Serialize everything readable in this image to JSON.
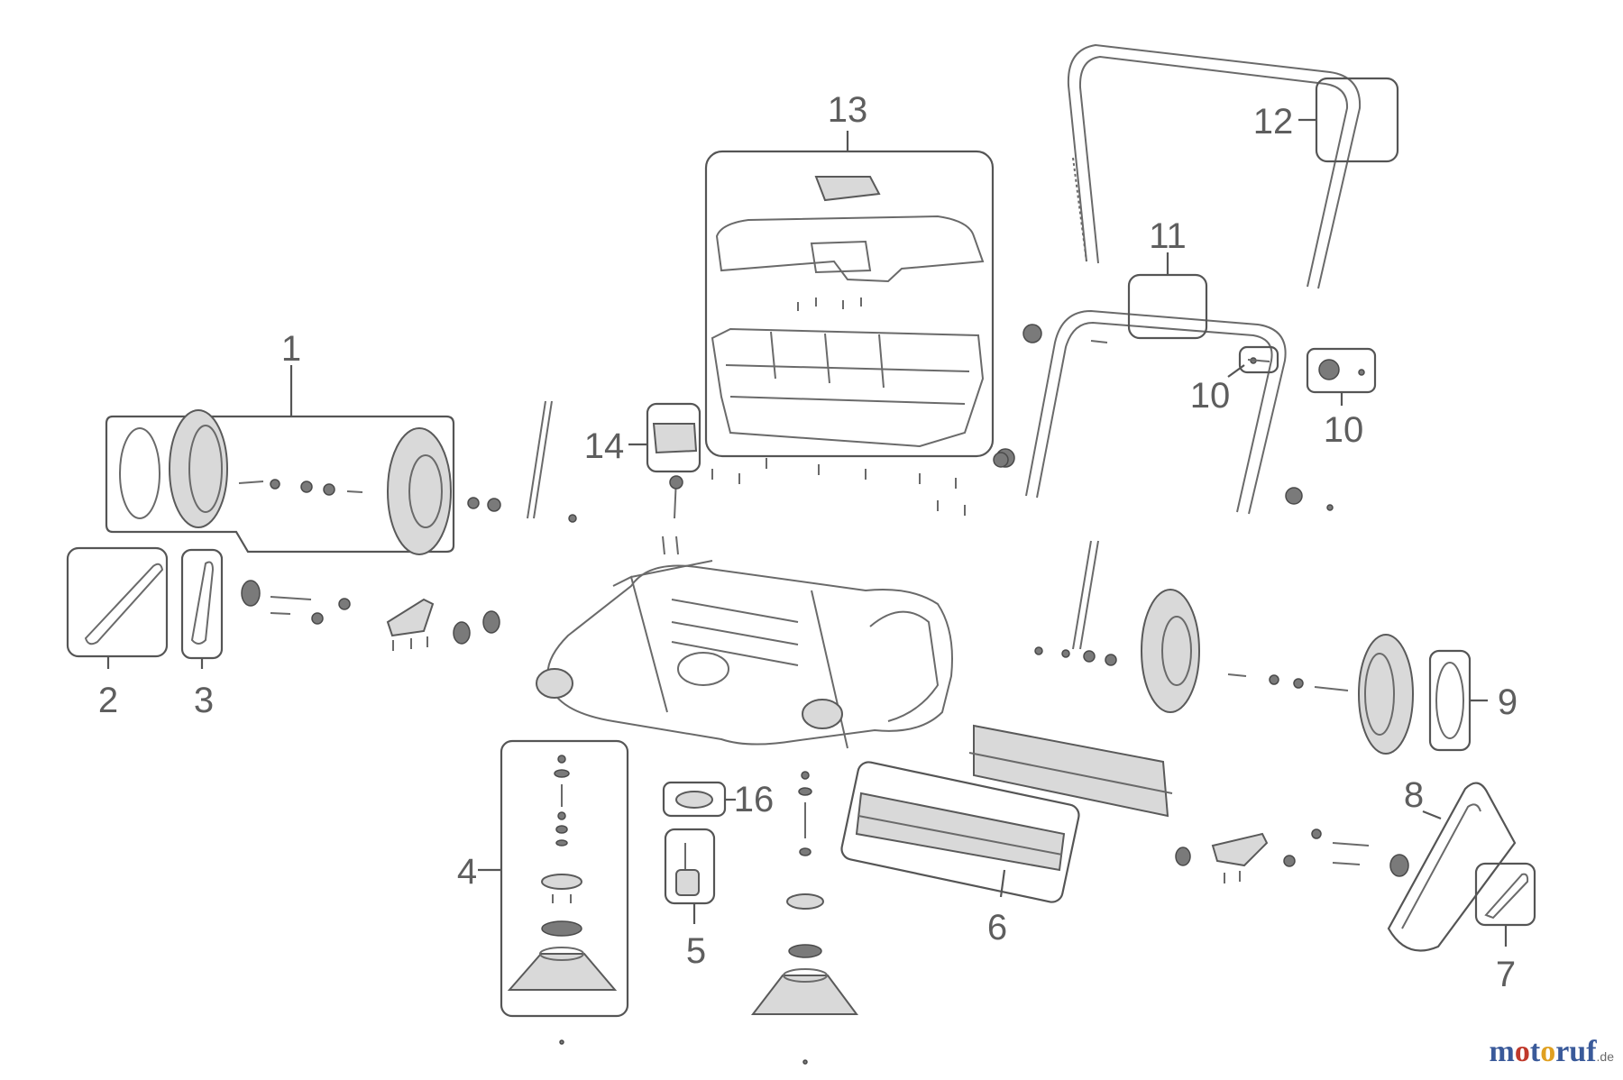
{
  "callouts": [
    {
      "id": "1",
      "text": "1"
    },
    {
      "id": "2",
      "text": "2"
    },
    {
      "id": "3",
      "text": "3"
    },
    {
      "id": "4",
      "text": "4"
    },
    {
      "id": "5",
      "text": "5"
    },
    {
      "id": "6",
      "text": "6"
    },
    {
      "id": "7",
      "text": "7"
    },
    {
      "id": "8",
      "text": "8"
    },
    {
      "id": "9",
      "text": "9"
    },
    {
      "id": "10a",
      "text": "10"
    },
    {
      "id": "10b",
      "text": "10"
    },
    {
      "id": "11",
      "text": "11"
    },
    {
      "id": "12",
      "text": "12"
    },
    {
      "id": "13",
      "text": "13"
    },
    {
      "id": "14",
      "text": "14"
    },
    {
      "id": "16",
      "text": "16"
    }
  ],
  "watermark": {
    "m": "m",
    "o1": "o",
    "t": "t",
    "o2": "o",
    "ruf": "ruf",
    "tld": ".de"
  },
  "colors": {
    "line": "#555555",
    "label": "#5e5e5e",
    "watermark_blue": "#3a5a9a",
    "watermark_red": "#c0392b",
    "watermark_orange": "#e0a020"
  }
}
